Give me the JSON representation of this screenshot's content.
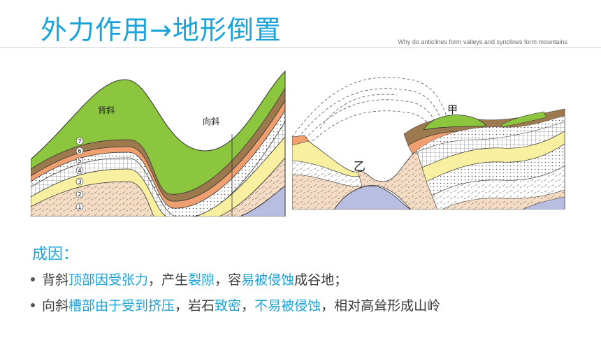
{
  "header": {
    "title": "外力作用→地形倒置",
    "subtitle": "Why do anticlines form valleys and synclines form mountains"
  },
  "diagram_left": {
    "anticline_label": "背斜",
    "syncline_label": "向斜",
    "layer_numbers": [
      "1",
      "2",
      "3",
      "4",
      "5",
      "6",
      "7"
    ]
  },
  "diagram_right": {
    "peak_label": "甲",
    "valley_label": "乙"
  },
  "cause": {
    "heading": "成因："
  },
  "bullets": [
    {
      "parts": [
        "背斜",
        "顶部因受张力",
        "，产生",
        "裂隙",
        "，容",
        "易被侵蚀",
        "成谷地；"
      ]
    },
    {
      "parts": [
        "向斜",
        "槽部由于受到挤压",
        "，岩石",
        "致密",
        "，",
        "不易被侵蚀",
        "，相对高耸形成山岭"
      ]
    }
  ],
  "colors": {
    "accent": "#1aa3d9",
    "green": "#8cc63f",
    "brown": "#9c7a4e",
    "orange": "#f0a070",
    "yellow": "#f8f0a0",
    "peach": "#f7dcc4",
    "lavender": "#b9bde0"
  }
}
